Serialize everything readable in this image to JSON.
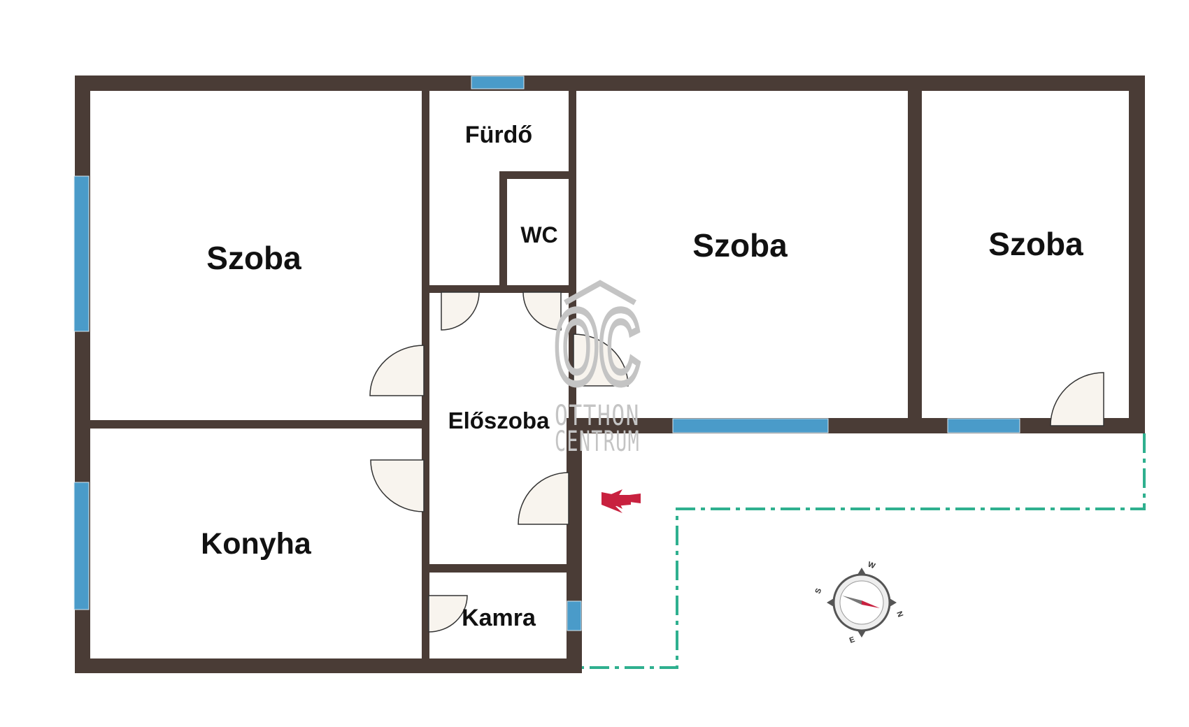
{
  "rooms": {
    "szoba_left": "Szoba",
    "furdo": "Fürdő",
    "wc": "WC",
    "szoba_mid": "Szoba",
    "szoba_right": "Szoba",
    "eloszoba": "Előszoba",
    "konyha": "Konyha",
    "kamra": "Kamra"
  },
  "watermark": {
    "logo": "OC",
    "line1": "OTTHON",
    "line2": "CENTRUM"
  },
  "compass": {
    "w": "W",
    "n": "N",
    "s": "S",
    "e": "E"
  },
  "colors": {
    "wall": "#4a3c36",
    "window": "#4a9bc9",
    "door_fill": "#f8f4ee",
    "terrace_line": "#2fb08f",
    "arrow": "#c8213f",
    "watermark": "#c4c4c4"
  },
  "icons": {
    "entrance": "entrance-arrow-icon",
    "compass": "compass-icon"
  }
}
